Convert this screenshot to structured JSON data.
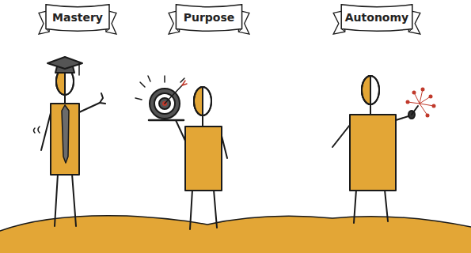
{
  "diagram": {
    "nodes": [
      {
        "text": [
          "Mastery"
        ]
      },
      {
        "text": [
          "Purpose"
        ]
      },
      {
        "text": [
          "Autonomy"
        ]
      }
    ]
  }
}
